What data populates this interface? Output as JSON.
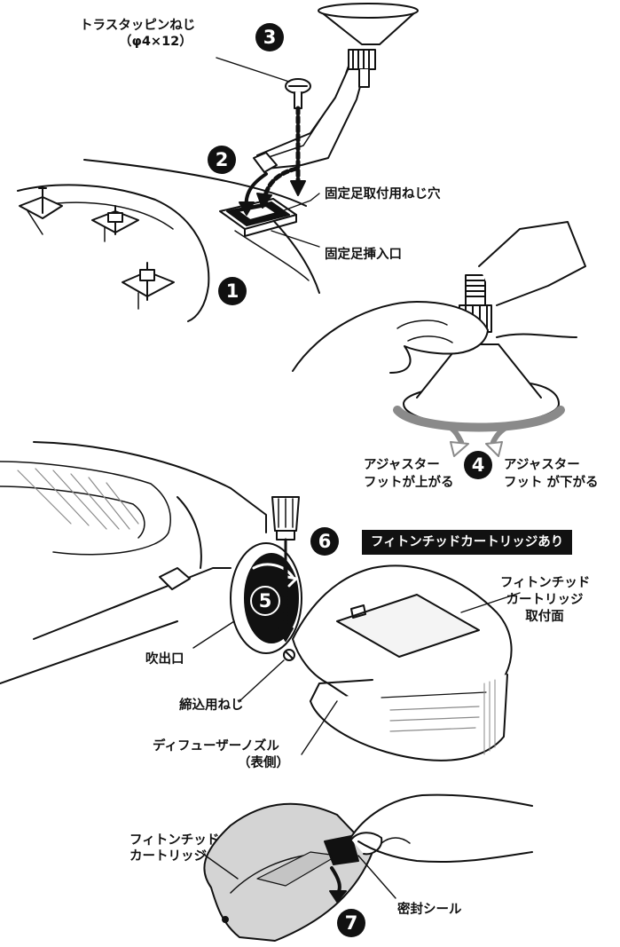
{
  "steps": [
    "3",
    "2",
    "1",
    "4",
    "6",
    "5",
    "7"
  ],
  "labels": {
    "screw_name": "トラスタッピンねじ",
    "screw_size": "（φ4×12）",
    "mount_screw_hole": "固定足取付用ねじ穴",
    "insert_opening": "固定足挿入口",
    "adjuster_up_line1": "アジャスター",
    "adjuster_up_line2": "フットが上がる",
    "adjuster_down_line1": "アジャスター",
    "adjuster_down_line2": "フット が下がる",
    "cartridge_banner": "フィトンチッドカートリッジあり",
    "cartridge_face_line1": "フィトンチッド",
    "cartridge_face_line2": "カートリッジ",
    "cartridge_face_line3": "取付面",
    "outlet": "吹出口",
    "fastening_screw": "締込用ねじ",
    "diffuser_line1": "ディフューザーノズル",
    "diffuser_line2": "（表側）",
    "cartridge_line1": "フィトンチッド",
    "cartridge_line2": "カートリッジ",
    "seal": "密封シール"
  },
  "colors": {
    "ink": "#111111",
    "paper": "#ffffff",
    "gray": "#8a8a8a",
    "light_gray": "#d4d4d4"
  }
}
